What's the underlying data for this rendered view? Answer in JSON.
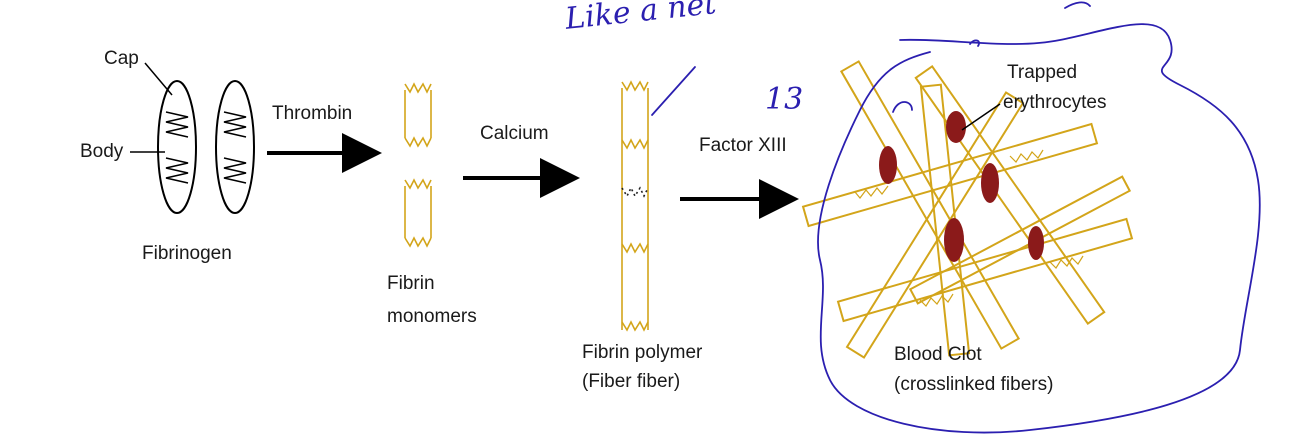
{
  "labels": {
    "cap": "Cap",
    "body": "Body",
    "fibrinogen": "Fibrinogen",
    "thrombin": "Thrombin",
    "calcium": "Calcium",
    "factor": "Factor XIII",
    "fibrin_monomers_1": "Fibrin",
    "fibrin_monomers_2": "monomers",
    "fibrin_polymer_1": "Fibrin polymer",
    "fibrin_polymer_2": "(Fiber fiber)",
    "trapped_1": "Trapped",
    "trapped_2": "erythrocytes",
    "clot_1": "Blood Clot",
    "clot_2": "(crosslinked fibers)"
  },
  "annotations": {
    "like_a_net": "Like a net",
    "number": "13"
  },
  "colors": {
    "fiber": "#d3a51a",
    "erythrocyte": "#8b1a1a",
    "ink": "#2b1fb0",
    "arrow": "#000000"
  }
}
